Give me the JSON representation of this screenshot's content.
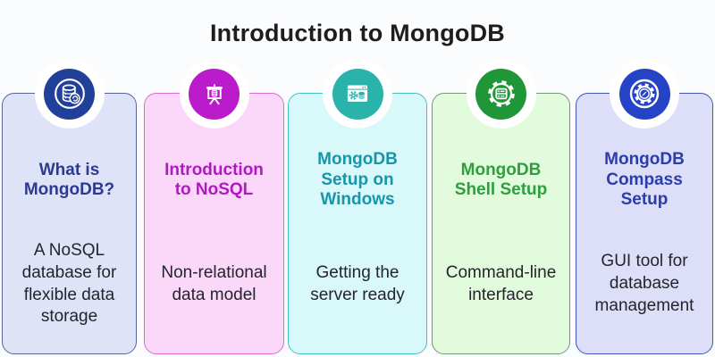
{
  "page": {
    "title": "Introduction to MongoDB",
    "background": "#fbfcfe",
    "body_text_color": "#24242c"
  },
  "cards": [
    {
      "icon": "database-sync-icon",
      "title": "What is MongoDB?",
      "description": "A NoSQL database for flexible data storage",
      "colors": {
        "background": "#dfe3f7",
        "border": "#5a639c",
        "title": "#2b3a92",
        "icon_background": "#21409a"
      }
    },
    {
      "icon": "presentation-database-icon",
      "title": "Introduction to NoSQL",
      "description": "Non-relational data model",
      "colors": {
        "background": "#fbd7f9",
        "border": "#d46ed0",
        "title": "#b118c4",
        "icon_background": "#ba1bcb"
      }
    },
    {
      "icon": "browser-database-gear-icon",
      "title": "MongoDB Setup on Windows",
      "description": "Getting the server ready",
      "colors": {
        "background": "#d9f8f9",
        "border": "#44bfc0",
        "title": "#1795aa",
        "icon_background": "#29b3ab"
      }
    },
    {
      "icon": "gear-server-icon",
      "title": "MongoDB Shell Setup",
      "description": "Command-line interface",
      "colors": {
        "background": "#e3fbdd",
        "border": "#6f9a72",
        "title": "#2e9e3e",
        "icon_background": "#1f9638"
      }
    },
    {
      "icon": "gear-compass-icon",
      "title": "MongoDB Compass Setup",
      "description": "GUI tool for database management",
      "colors": {
        "background": "#dcdff7",
        "border": "#4156b4",
        "title": "#2b3caf",
        "icon_background": "#2543c6"
      }
    }
  ]
}
